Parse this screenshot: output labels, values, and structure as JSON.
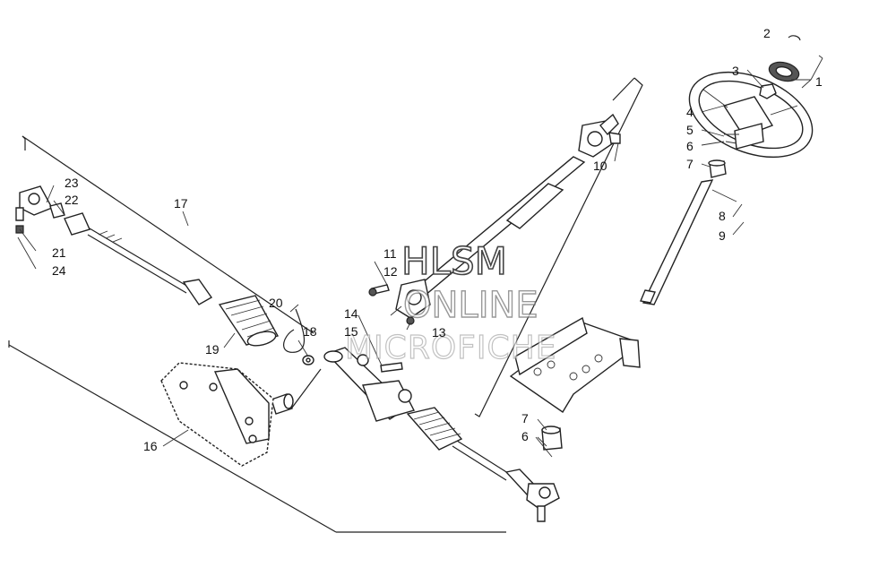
{
  "watermark": {
    "line1": "HLSM",
    "line2": "ONLINE",
    "line3": "MICROFICHE"
  },
  "callouts": {
    "c1": "1",
    "c2": "2",
    "c3": "3",
    "c4": "4",
    "c5": "5",
    "c6a": "6",
    "c6b": "6",
    "c7a": "7",
    "c7b": "7",
    "c8": "8",
    "c9": "9",
    "c10": "10",
    "c11": "11",
    "c12": "12",
    "c13": "13",
    "c14": "14",
    "c15": "15",
    "c16": "16",
    "c17": "17",
    "c18": "18",
    "c19": "19",
    "c20": "20",
    "c21": "21",
    "c22": "22",
    "c23": "23",
    "c24": "24"
  }
}
